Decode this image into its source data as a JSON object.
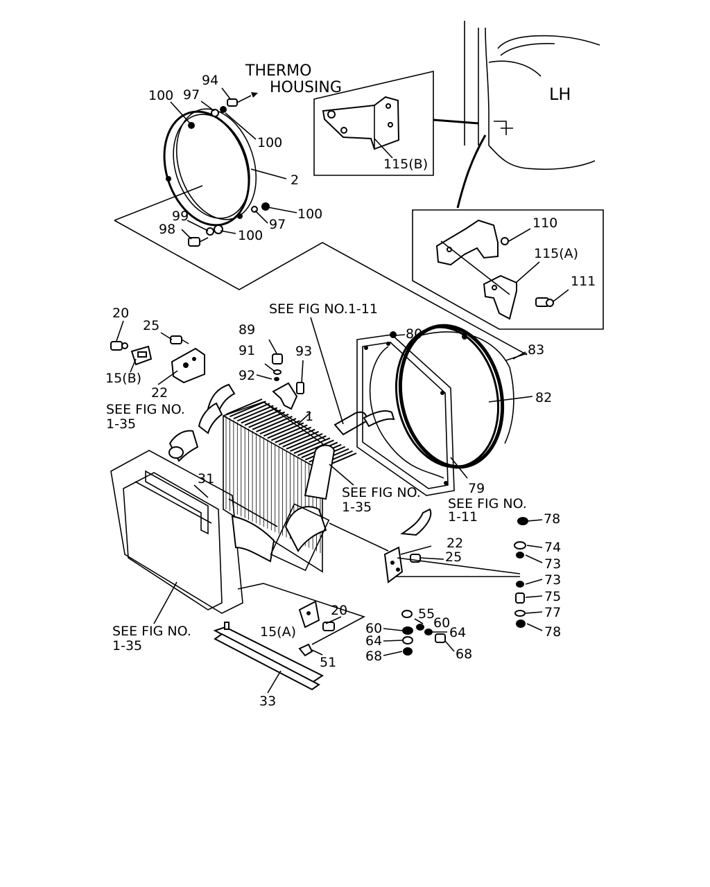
{
  "notes": {
    "thermo_line1": "THERMO",
    "thermo_line2": "HOUSING",
    "lh": "LH",
    "see_1_11_top": "SEE FIG NO.1-11",
    "see_1_35_left_a": "SEE FIG NO.",
    "see_1_35_left_b": "1-35",
    "see_1_35_mid_a": "SEE FIG NO.",
    "see_1_35_mid_b": "1-35",
    "see_1_11_right_a": "SEE FIG NO.",
    "see_1_11_right_b": "1-11",
    "see_1_35_bottom_a": "SEE FIG NO.",
    "see_1_35_bottom_b": "1-35"
  },
  "callouts": {
    "c100_a": "100",
    "c97_a": "97",
    "c94": "94",
    "c100_b": "100",
    "c2": "2",
    "c100_c": "100",
    "c97_b": "97",
    "c99": "99",
    "c98": "98",
    "c100_d": "100",
    "c115b": "115(B)",
    "c110": "110",
    "c115a": "115(A)",
    "c111": "111",
    "c20_a": "20",
    "c25_a": "25",
    "c15b": "15(B)",
    "c22_a": "22",
    "c89": "89",
    "c91": "91",
    "c93": "93",
    "c92": "92",
    "c80": "80",
    "c83": "83",
    "c82": "82",
    "c1": "1",
    "c79": "79",
    "c31": "31",
    "c78_a": "78",
    "c74": "74",
    "c73_a": "73",
    "c73_b": "73",
    "c75": "75",
    "c77": "77",
    "c78_b": "78",
    "c22_b": "22",
    "c25_b": "25",
    "c55": "55",
    "c60_a": "60",
    "c60_b": "60",
    "c64_a": "64",
    "c64_b": "64",
    "c68_a": "68",
    "c68_b": "68",
    "c15a": "15(A)",
    "c20_b": "20",
    "c51": "51",
    "c33": "33"
  }
}
